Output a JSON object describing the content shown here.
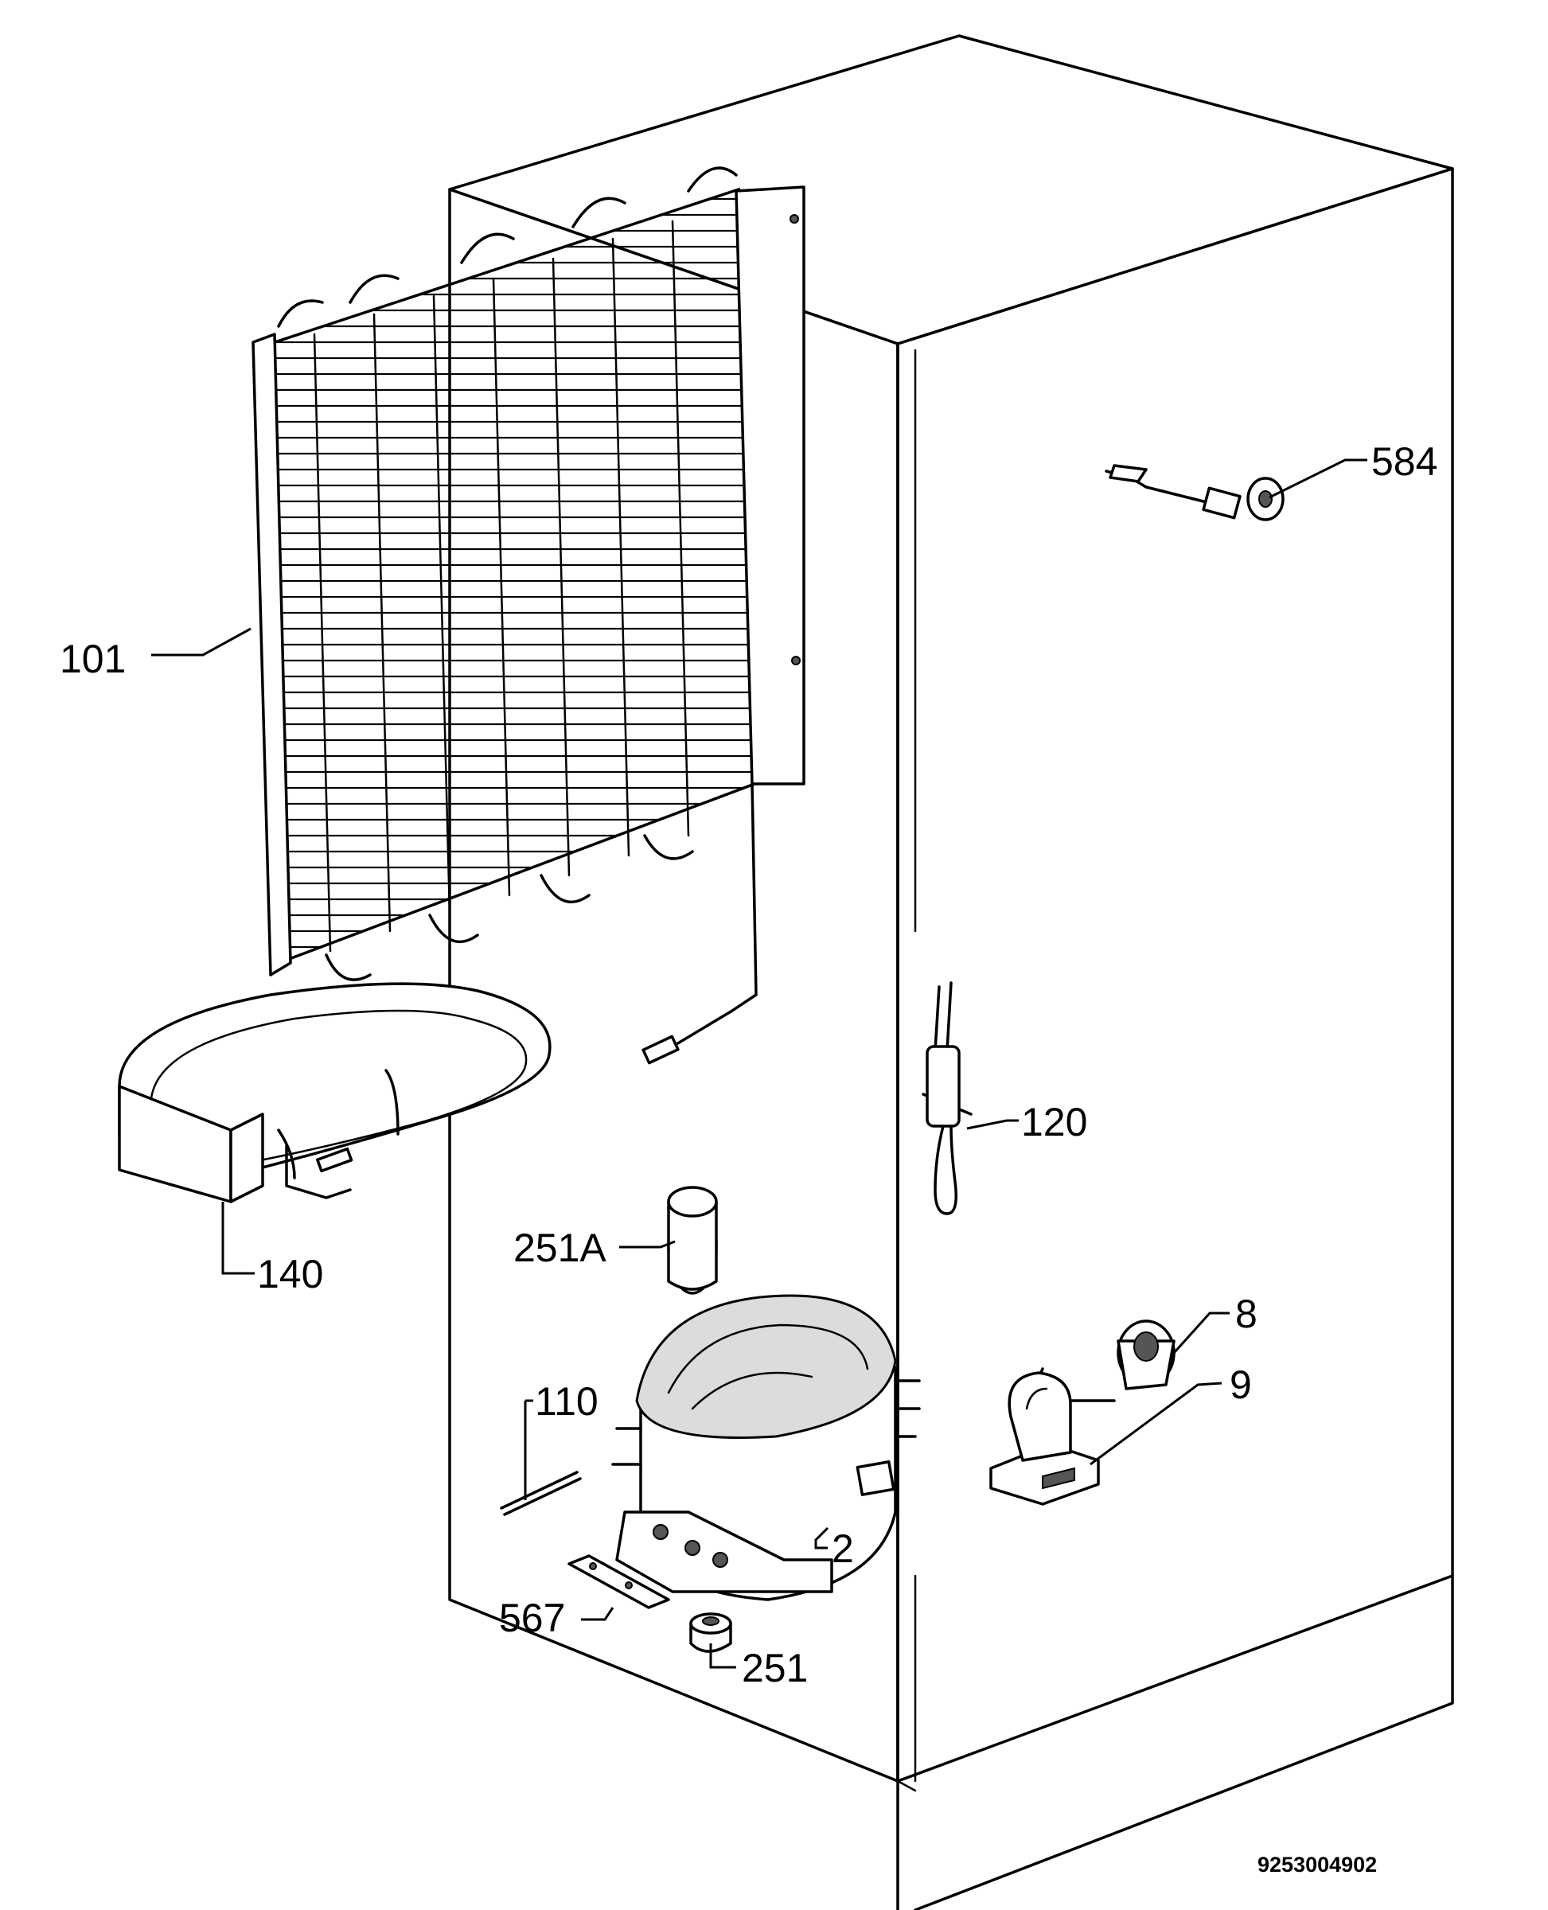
{
  "labels": {
    "condenser": "101",
    "thermostat_sensor": "584",
    "drip_tray": "140",
    "dryer_filter": "120",
    "grommet": "251A",
    "capillary": "110",
    "relay": "8",
    "relay_clip": "9",
    "compressor": "2",
    "mounting_plate": "567",
    "rubber_foot": "251"
  },
  "diagram_code": "9253004902"
}
